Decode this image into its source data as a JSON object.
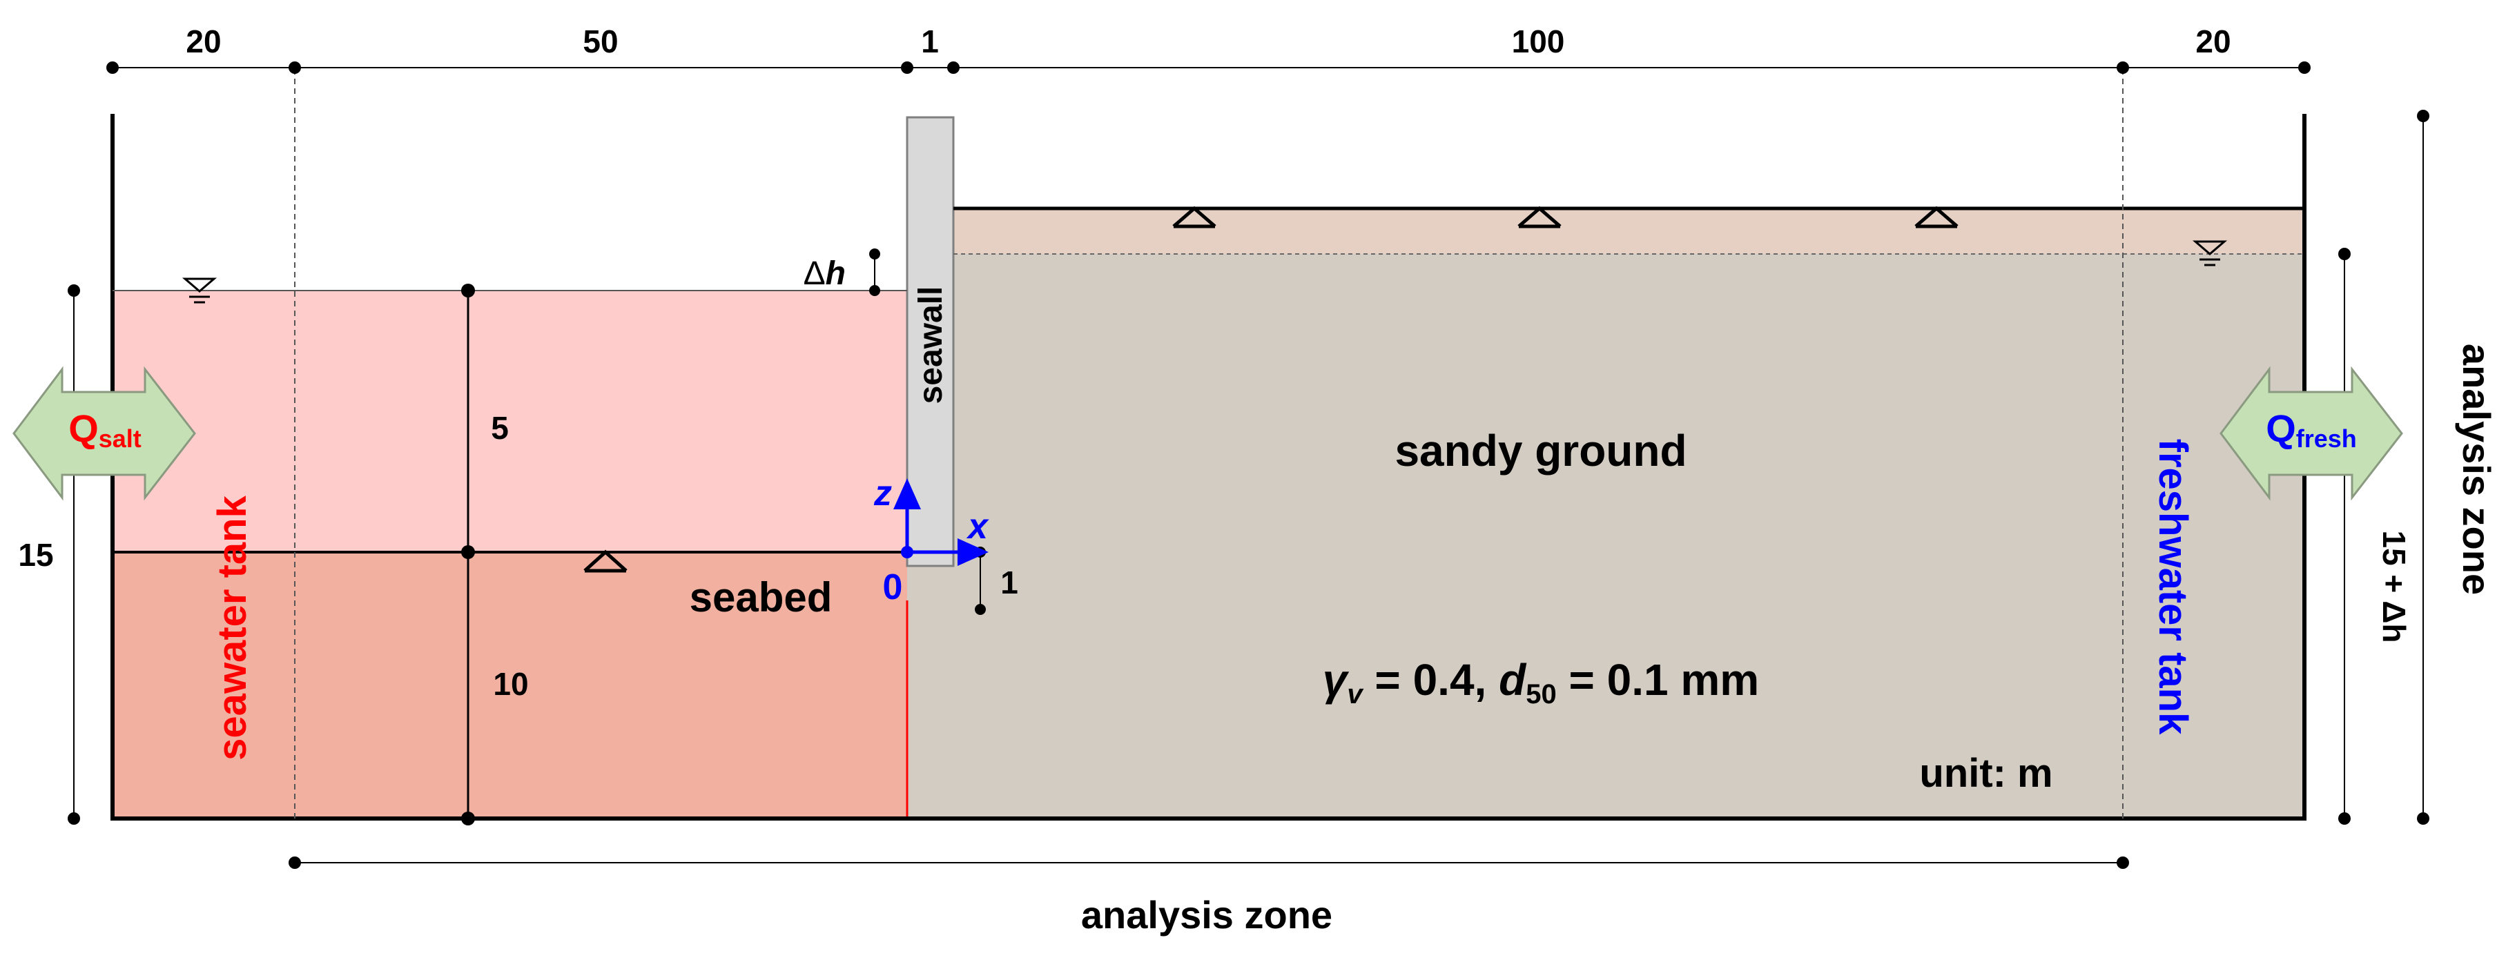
{
  "dimensions": {
    "top": {
      "seawater_tank": "20",
      "seabed_zone": "50",
      "seawall": "1",
      "sandy_ground": "100",
      "freshwater_tank": "20"
    },
    "total_height_left": "15",
    "total_height_right": "15 + Δh",
    "seawater_depth": "5",
    "seabed_depth": "10",
    "seawall_embedment": "1",
    "delta_h": "Δh",
    "delta_h_symbol": "Δ",
    "delta_h_var": "h"
  },
  "labels": {
    "seawall": "seawall",
    "sandy_ground": "sandy ground",
    "seabed": "seabed",
    "seawater_tank": "seawater tank",
    "freshwater_tank": "freshwater tank",
    "analysis_zone_bottom": "analysis zone",
    "analysis_zone_right": "analysis zone",
    "unit": "unit: m",
    "origin": "0",
    "axis_x": "x",
    "axis_z": "z"
  },
  "parameters": {
    "gamma_symbol": "γ",
    "gamma_sub": "v",
    "gamma_value": " = 0.4, ",
    "d_symbol": "d",
    "d_sub": "50",
    "d_value": " = 0.1 mm"
  },
  "flows": {
    "salt_main": "Q",
    "salt_sub": "salt",
    "fresh_main": "Q",
    "fresh_sub": "fresh"
  },
  "colors": {
    "seawater": "#ffcccc",
    "seabed": "#f2b0a0",
    "sandy_ground": "#d3ccc2",
    "surface_layer": "#e6d0c4",
    "seawall": "#d9d9d9",
    "arrow_fill": "#c5e0b4",
    "salt_text": "#ff0000",
    "fresh_text": "#0000ff",
    "axis": "#0000ff"
  }
}
